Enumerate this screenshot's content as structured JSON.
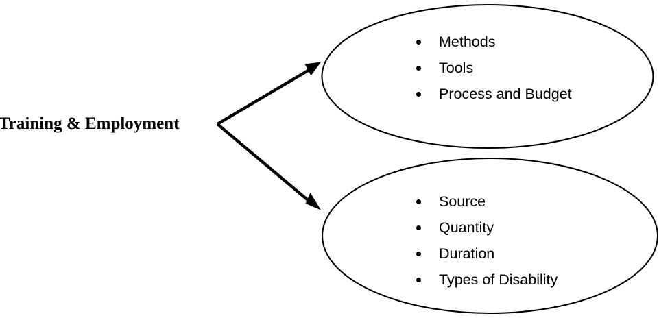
{
  "diagram": {
    "type": "branching-concept-map",
    "root": {
      "label": "Training & Employment"
    },
    "connectors": [
      {
        "name": "arrow-to-top-node",
        "direction": "up-right"
      },
      {
        "name": "arrow-to-bottom-node",
        "direction": "down-right"
      }
    ],
    "nodes": [
      {
        "id": "top",
        "shape": "ellipse",
        "items": [
          "Methods",
          "Tools",
          "Process and Budget"
        ]
      },
      {
        "id": "bottom",
        "shape": "ellipse",
        "items": [
          "Source",
          "Quantity",
          "Duration",
          "Types of Disability"
        ]
      }
    ],
    "colors": {
      "stroke": "#000000",
      "text": "#000000",
      "background": "#ffffff"
    }
  }
}
